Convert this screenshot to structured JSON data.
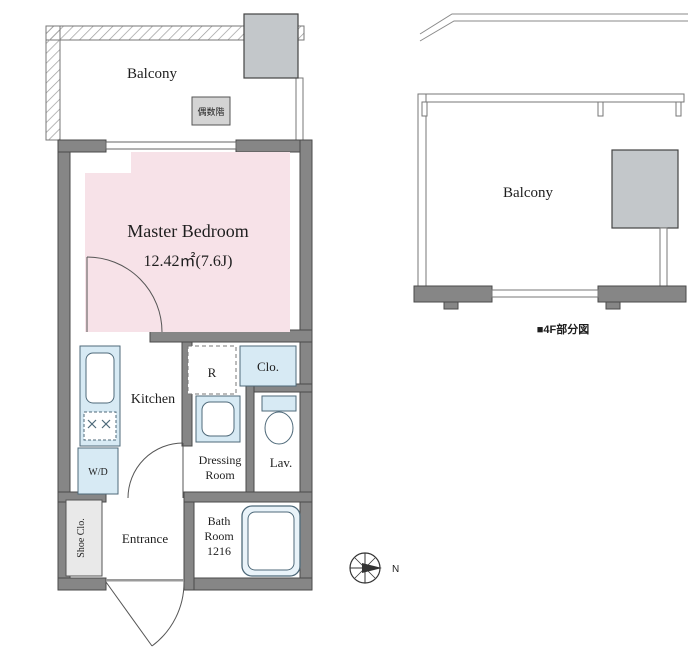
{
  "colors": {
    "wall": "#868686",
    "wall_stroke": "#4a4a4a",
    "bedroom": "#f7e2e8",
    "fixture": "#d7eaf4",
    "gray_box": "#c3c7ca",
    "thin_line": "#6e6e6e"
  },
  "plan": {
    "balcony": "Balcony",
    "balcony_note": "偶数階",
    "bedroom_name": "Master Bedroom",
    "bedroom_area": "12.42㎡(7.6J)",
    "kitchen": "Kitchen",
    "fridge": "R",
    "closet": "Clo.",
    "lavatory": "Lav.",
    "dressing_line1": "Dressing",
    "dressing_line2": "Room",
    "washer_dryer": "W/D",
    "shoe_closet": "Shoe Clo.",
    "entrance": "Entrance",
    "bath_line1": "Bath",
    "bath_line2": "Room",
    "bath_line3": "1216",
    "compass_north": "N"
  },
  "annex": {
    "balcony": "Balcony",
    "caption": "■4F部分図"
  }
}
